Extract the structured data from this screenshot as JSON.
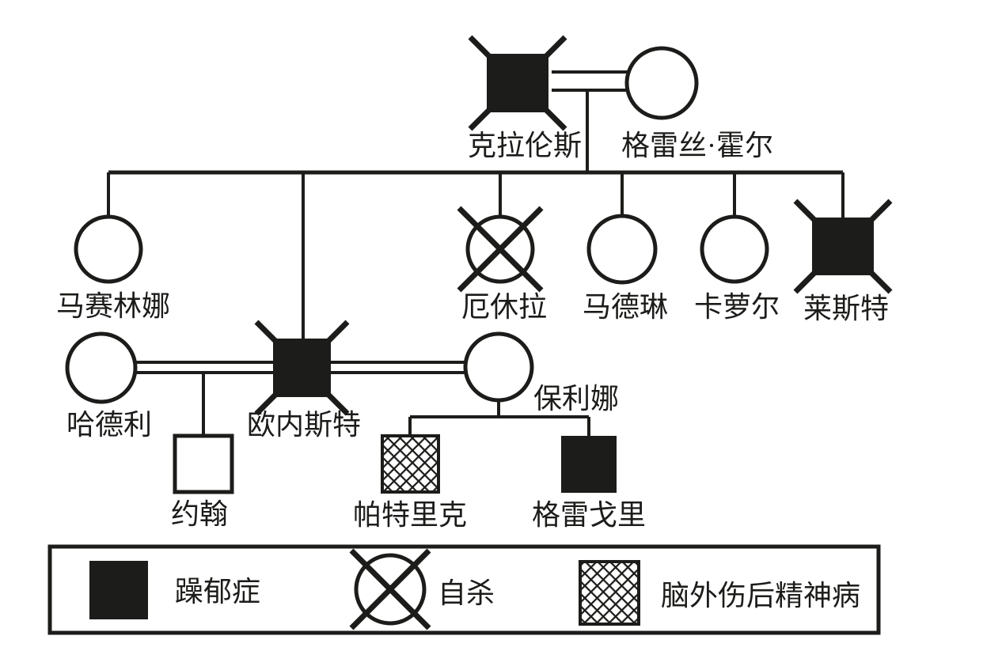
{
  "colors": {
    "ink": "#1c1c1a",
    "paper": "#ffffff"
  },
  "people": {
    "clarence": {
      "name": "克拉伦斯",
      "sex": "male",
      "symbol": "filled-square-deceased",
      "generation": 1
    },
    "grace": {
      "name": "格雷丝·霍尔",
      "sex": "female",
      "symbol": "open-circle",
      "generation": 1
    },
    "marcelline": {
      "name": "马赛林娜",
      "sex": "female",
      "symbol": "open-circle",
      "generation": 2
    },
    "ernest": {
      "name": "欧内斯特",
      "sex": "male",
      "symbol": "filled-square-deceased",
      "generation": 2
    },
    "ursula": {
      "name": "厄休拉",
      "sex": "female",
      "symbol": "circle-with-x",
      "generation": 2
    },
    "madeline": {
      "name": "马德琳",
      "sex": "female",
      "symbol": "open-circle",
      "generation": 2
    },
    "carol": {
      "name": "卡萝尔",
      "sex": "female",
      "symbol": "open-circle",
      "generation": 2
    },
    "leicester": {
      "name": "莱斯特",
      "sex": "male",
      "symbol": "filled-square-deceased",
      "generation": 2
    },
    "hadley": {
      "name": "哈德利",
      "sex": "female",
      "symbol": "open-circle",
      "generation": 2
    },
    "pauline": {
      "name": "保利娜",
      "sex": "female",
      "symbol": "open-circle",
      "generation": 2
    },
    "john": {
      "name": "约翰",
      "sex": "male",
      "symbol": "open-square",
      "generation": 3
    },
    "patrick": {
      "name": "帕特里克",
      "sex": "male",
      "symbol": "crosshatch-square",
      "generation": 3
    },
    "gregory": {
      "name": "格雷戈里",
      "sex": "male",
      "symbol": "filled-square",
      "generation": 3
    }
  },
  "legend": {
    "items": [
      {
        "symbol": "filled-square",
        "label": "躁郁症"
      },
      {
        "symbol": "circle-with-x",
        "label": "自杀"
      },
      {
        "symbol": "crosshatch-square",
        "label": "脑外伤后精神病"
      }
    ]
  }
}
